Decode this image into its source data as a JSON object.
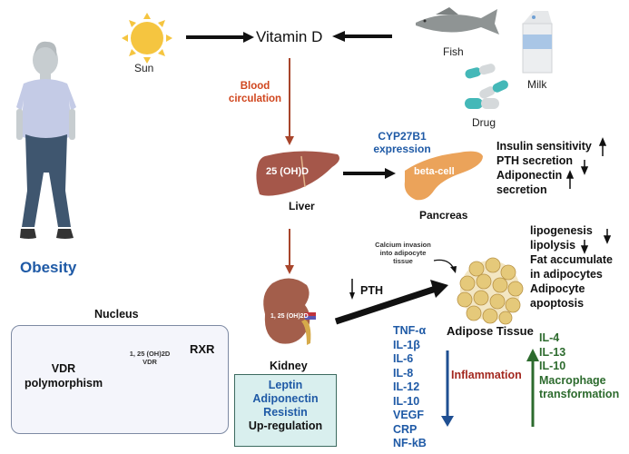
{
  "person": {
    "label": "Obesity"
  },
  "sources": {
    "sun": "Sun",
    "vitamin": "Vitamin D",
    "fish": "Fish",
    "milk": "Milk",
    "drug": "Drug"
  },
  "circulation": {
    "line1": "Blood",
    "line2": "circulation"
  },
  "liver": {
    "label": "Liver",
    "inner": "25 (OH)D"
  },
  "pancreas": {
    "label": "Pancreas",
    "inner": "beta-cell",
    "enzyme_line1": "CYP27B1",
    "enzyme_line2": "expression",
    "effects": [
      {
        "text": "Insulin sensitivity",
        "dir": "up"
      },
      {
        "text": "PTH secretion",
        "dir": "down"
      },
      {
        "text": "Adiponectin",
        "dir": "up"
      },
      {
        "text": "secretion",
        "dir": ""
      }
    ]
  },
  "adipose": {
    "label": "Adipose Tissue",
    "calcium_note": [
      "Calcium invasion",
      "into adipocyte",
      "tissue"
    ],
    "effects": [
      {
        "text": "lipogenesis",
        "dir": "down"
      },
      {
        "text": "lipolysis",
        "dir": "down"
      },
      {
        "text": "Fat accumulate",
        "dir": ""
      },
      {
        "text": "in adipocytes",
        "dir": ""
      },
      {
        "text": "Adipocyte",
        "dir": ""
      },
      {
        "text": "apoptosis",
        "dir": ""
      }
    ]
  },
  "kidney": {
    "label": "Kidney",
    "inner": "1, 25 (OH)2D",
    "pth": "PTH",
    "box": [
      "Leptin",
      "Adiponectin",
      "Resistin"
    ],
    "box_footer": "Up-regulation"
  },
  "nucleus": {
    "title": "Nucleus",
    "vdr_line1": "VDR",
    "vdr_line2": "polymorphism",
    "complex_line1": "1, 25 (OH)2D",
    "complex_line2": "VDR",
    "rxr": "RXR"
  },
  "inflammation": {
    "label": "Inflammation",
    "pro": [
      "TNF-α",
      "IL-1β",
      "IL-6",
      "IL-8",
      "IL-12",
      "IL-10",
      "VEGF",
      "CRP",
      "NF-kB"
    ],
    "anti": [
      "IL-4",
      "IL-13",
      "IL-10",
      "Macrophage",
      "transformation"
    ]
  },
  "colors": {
    "blue": "#1f5aa6",
    "green": "#2d6b2e",
    "red": "#d0461e",
    "arrow_brown": "#a8452b"
  }
}
